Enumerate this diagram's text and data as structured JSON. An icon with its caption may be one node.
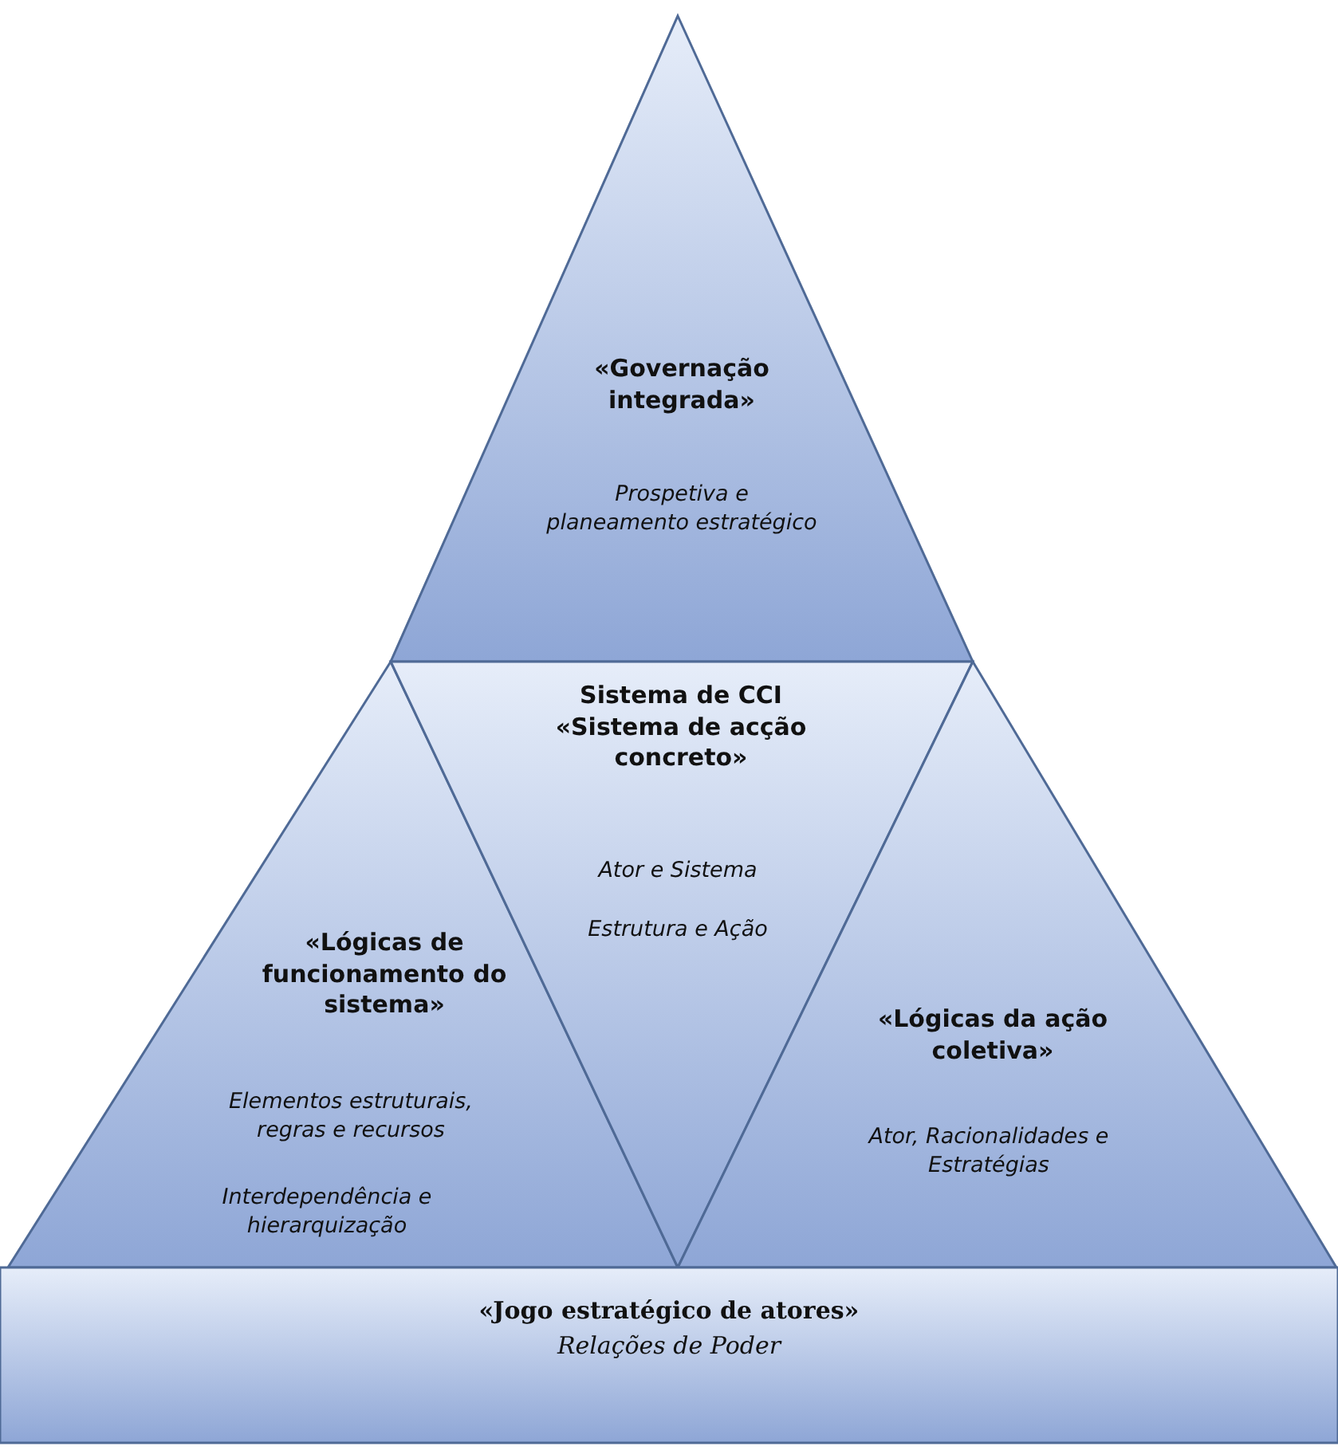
{
  "diagram": {
    "nodes": [
      {
        "text": [
          "«Governação integrada»",
          "Prospetiva e planeamento estratégico"
        ]
      },
      {
        "text": [
          "«Lógicas de funcionamento do sistema»",
          "Elementos estruturais, regras e recursos",
          "Interdependência e hierarquização"
        ]
      },
      {
        "text": [
          "Sistema de CCI «Sistema de acção concreto»",
          "Ator e Sistema",
          "Estrutura e Ação"
        ]
      },
      {
        "text": [
          "«Lógicas da ação coletiva»",
          "Ator, Racionalidades e Estratégias"
        ]
      },
      {
        "text": [
          "«Jogo estratégico de atores»",
          "Relações de Poder"
        ]
      }
    ]
  }
}
